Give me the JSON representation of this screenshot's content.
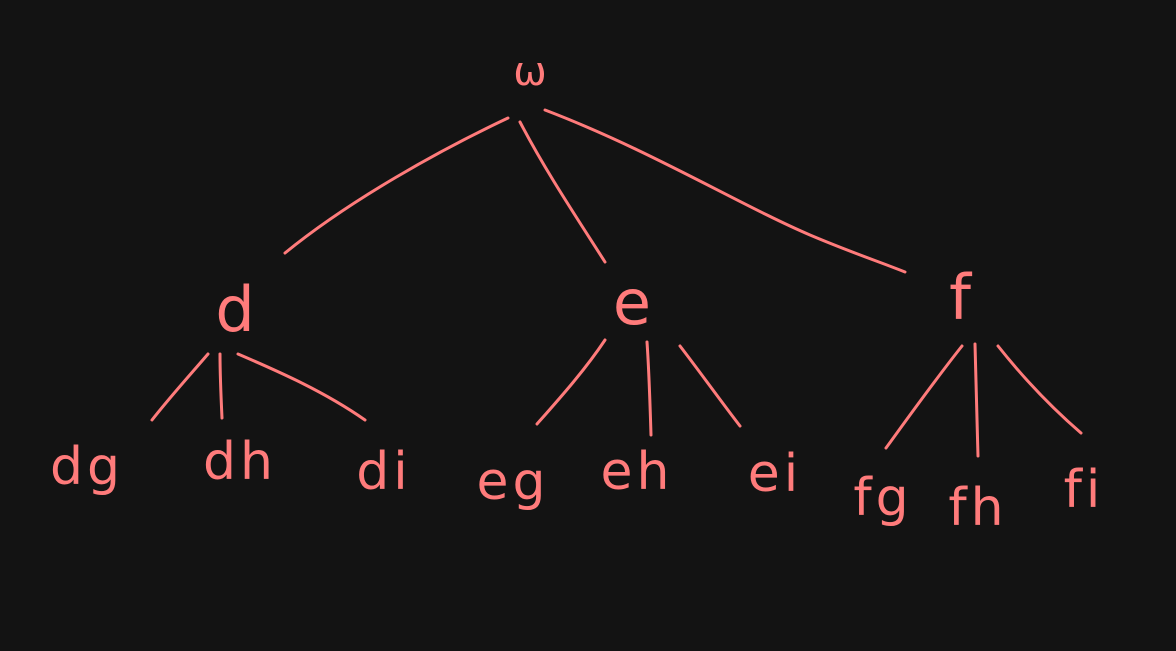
{
  "style": {
    "background": "#131313",
    "stroke": "#ff7b7b"
  },
  "tree": {
    "root": "ω",
    "children": [
      {
        "label": "d",
        "children": [
          "dg",
          "dh",
          "di"
        ]
      },
      {
        "label": "e",
        "children": [
          "eg",
          "eh",
          "ei"
        ]
      },
      {
        "label": "f",
        "children": [
          "fg",
          "fh",
          "fi"
        ]
      }
    ]
  }
}
